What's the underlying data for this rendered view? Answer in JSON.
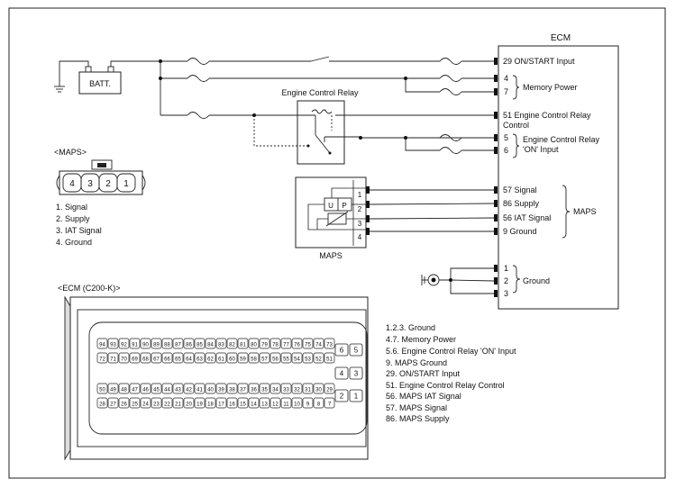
{
  "ecm": {
    "title": "ECM",
    "pins": [
      {
        "label": "29 ON/START Input"
      },
      {
        "label": "4"
      },
      {
        "label": "7"
      },
      {
        "label": "51 Engine Control Relay"
      },
      {
        "label": "Control"
      },
      {
        "label": "5"
      },
      {
        "label": "6"
      },
      {
        "label": "57 Signal"
      },
      {
        "label": "86 Supply"
      },
      {
        "label": "56 IAT Signal"
      },
      {
        "label": "9 Ground"
      },
      {
        "label": "1"
      },
      {
        "label": "2"
      },
      {
        "label": "3"
      }
    ],
    "groups": {
      "memory_power": "Memory Power",
      "relay_on_1": "Engine Control Relay",
      "relay_on_2": "'ON' Input",
      "maps": "MAPS",
      "ground": "Ground"
    }
  },
  "battery": {
    "label": "BATT."
  },
  "relay": {
    "title": "Engine Control Relay"
  },
  "maps_sensor": {
    "label": "MAPS",
    "pins": [
      "1",
      "2",
      "3",
      "4"
    ],
    "u": "U",
    "p": "P"
  },
  "maps_connector": {
    "title": "<MAPS>",
    "pins": [
      "4",
      "3",
      "2",
      "1"
    ],
    "legend": [
      "1. Signal",
      "2. Supply",
      "3. IAT Signal",
      "4. Ground"
    ]
  },
  "ecm_connector": {
    "title": "<ECM (C200-K)>",
    "row1": [
      "94",
      "93",
      "92",
      "91",
      "90",
      "89",
      "88",
      "87",
      "86",
      "85",
      "84",
      "83",
      "82",
      "81",
      "80",
      "79",
      "78",
      "77",
      "76",
      "75",
      "74",
      "73"
    ],
    "row2": [
      "72",
      "71",
      "70",
      "69",
      "68",
      "67",
      "66",
      "65",
      "64",
      "63",
      "62",
      "61",
      "60",
      "59",
      "58",
      "57",
      "56",
      "55",
      "54",
      "53",
      "52",
      "51"
    ],
    "row3": [
      "50",
      "49",
      "48",
      "47",
      "46",
      "45",
      "44",
      "43",
      "42",
      "41",
      "40",
      "39",
      "38",
      "37",
      "36",
      "35",
      "34",
      "33",
      "32",
      "31",
      "30",
      "29"
    ],
    "row4": [
      "28",
      "27",
      "26",
      "25",
      "24",
      "23",
      "22",
      "21",
      "20",
      "19",
      "18",
      "17",
      "16",
      "15",
      "14",
      "13",
      "12",
      "11",
      "10",
      "9",
      "8",
      "7"
    ],
    "right_pins": [
      "6",
      "5",
      "4",
      "3",
      "2",
      "1"
    ]
  },
  "pin_legend": [
    "1.2.3. Ground",
    "4.7. Memory Power",
    "5.6. Engine Control Relay 'ON' Input",
    "9. MAPS Ground",
    "29. ON/START Input",
    "51. Engine Control Relay Control",
    "56. MAPS IAT Signal",
    "57. MAPS Signal",
    "86. MAPS Supply"
  ]
}
